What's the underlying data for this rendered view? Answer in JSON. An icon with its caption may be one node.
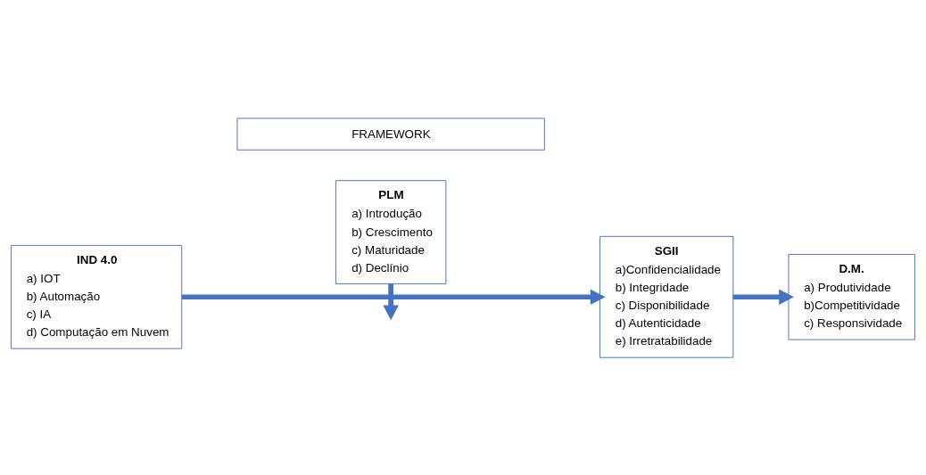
{
  "diagram": {
    "nodes": [
      {
        "text": [
          "FRAMEWORK"
        ]
      },
      {
        "text": [
          "PLM",
          "a) Introdução",
          "b) Crescimento",
          "c) Maturidade",
          "d) Declínio"
        ]
      },
      {
        "text": [
          "IND 4.0",
          "a) IOT",
          "b) Automação",
          "c) IA",
          "d) Computação em Nuvem"
        ]
      },
      {
        "text": [
          "SGII",
          "a)Confidencialidade",
          "b) Integridade",
          "c) Disponibilidade",
          "d) Autenticidade",
          "e) Irretratabilidade"
        ]
      },
      {
        "text": [
          "D.M.",
          "a) Produtividade",
          "b)Competitividade",
          "c) Responsividade"
        ]
      }
    ],
    "edges": [
      {
        "from": 1,
        "to": null,
        "arrow": "to"
      },
      {
        "from": 2,
        "to": 3,
        "arrow": "to"
      },
      {
        "from": 3,
        "to": 4,
        "arrow": "to"
      }
    ]
  }
}
